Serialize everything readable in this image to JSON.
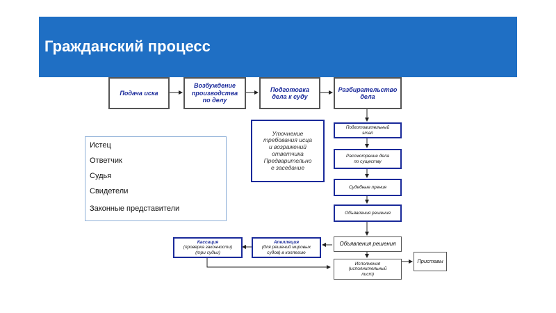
{
  "header": {
    "title": "Гражданский процесс"
  },
  "flow": {
    "top": [
      "Подача иска",
      "Возбуждение\nпроизводства\nпо делу",
      "Подготовка\nдела к суду",
      "Разбирательство\nдела"
    ],
    "note": "Уточнение\nтребования исца\nи возражений\nответчика\nПредварительно\nе заседание",
    "stages": [
      "Подготовительный\nэтап",
      "Рассмотрение дела\nпо существу",
      "Судебные прения",
      "Объявления решения",
      "Объявления решения",
      "Исполнения\n(исполнительный\nлист)"
    ],
    "appeal": {
      "title": "Апелляция",
      "text": "(для решений мировых\nсудов) в коллегию"
    },
    "cassation": {
      "title": "Кассация",
      "text": "(проверка законности)\n(три судьи)"
    },
    "bailiffs": "Приставы"
  },
  "roles": [
    "Истец",
    "Ответчик",
    "Судья",
    "Свидетели",
    "Законные представители"
  ]
}
